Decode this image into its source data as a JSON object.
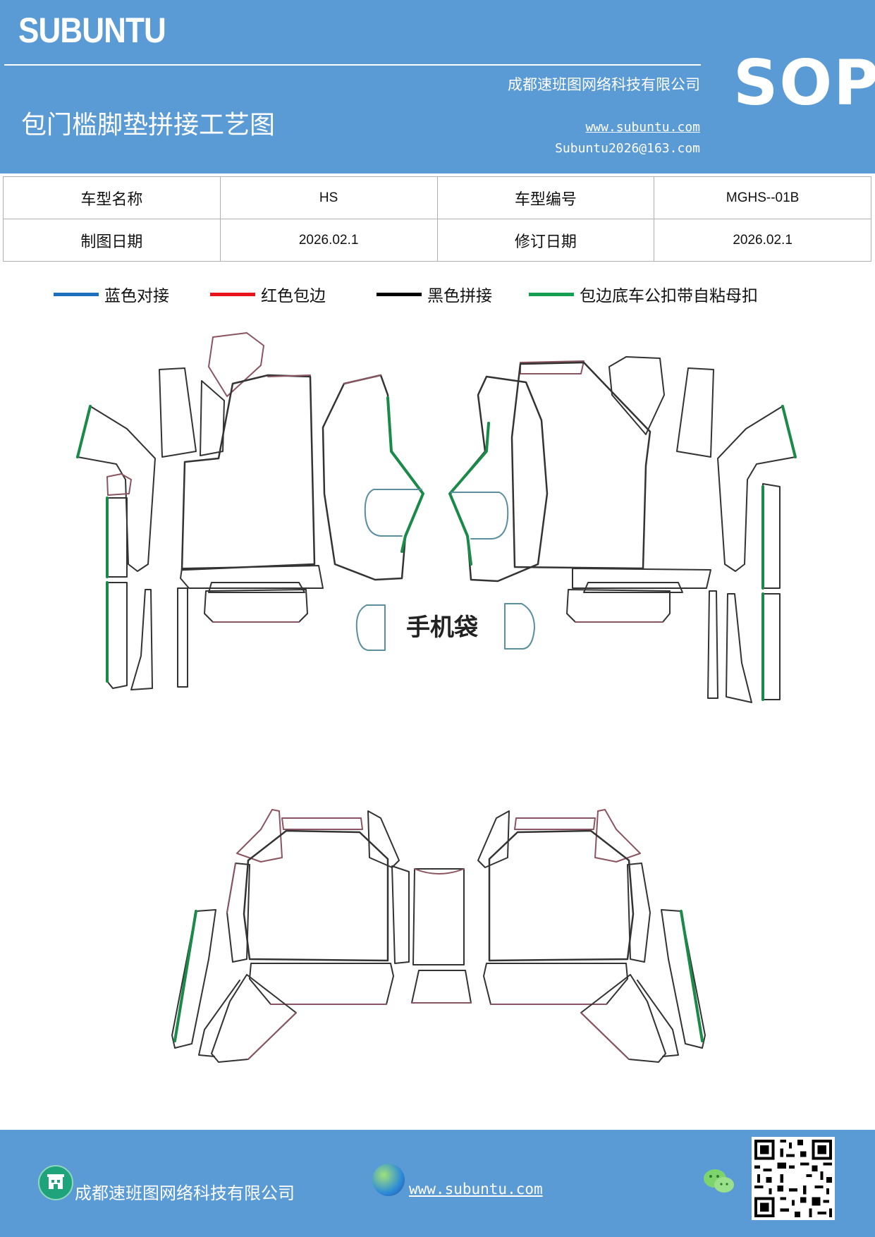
{
  "header": {
    "brand": "SUBUNTU",
    "sop": "SOP",
    "company": "成都速班图网络科技有限公司",
    "title": "包门槛脚垫拼接工艺图",
    "website": "www.subuntu.com",
    "email": "Subuntu2026@163.com"
  },
  "info": {
    "model_name_label": "车型名称",
    "model_name": "HS",
    "model_code_label": "车型编号",
    "model_code": "MGHS--01B",
    "draw_date_label": "制图日期",
    "draw_date": "2026.02.1",
    "revise_date_label": "修订日期",
    "revise_date": "2026.02.1"
  },
  "legend": [
    {
      "label": "蓝色对接",
      "color": "#1f6fbf"
    },
    {
      "label": "红色包边",
      "color": "#e8141c"
    },
    {
      "label": "黑色拼接",
      "color": "#000000"
    },
    {
      "label": "包边底车公扣带自粘母扣",
      "color": "#14a050"
    }
  ],
  "diagram": {
    "phone_pocket_label": "手机袋"
  },
  "footer": {
    "company": "成都速班图网络科技有限公司",
    "website": "www.subuntu.com"
  }
}
